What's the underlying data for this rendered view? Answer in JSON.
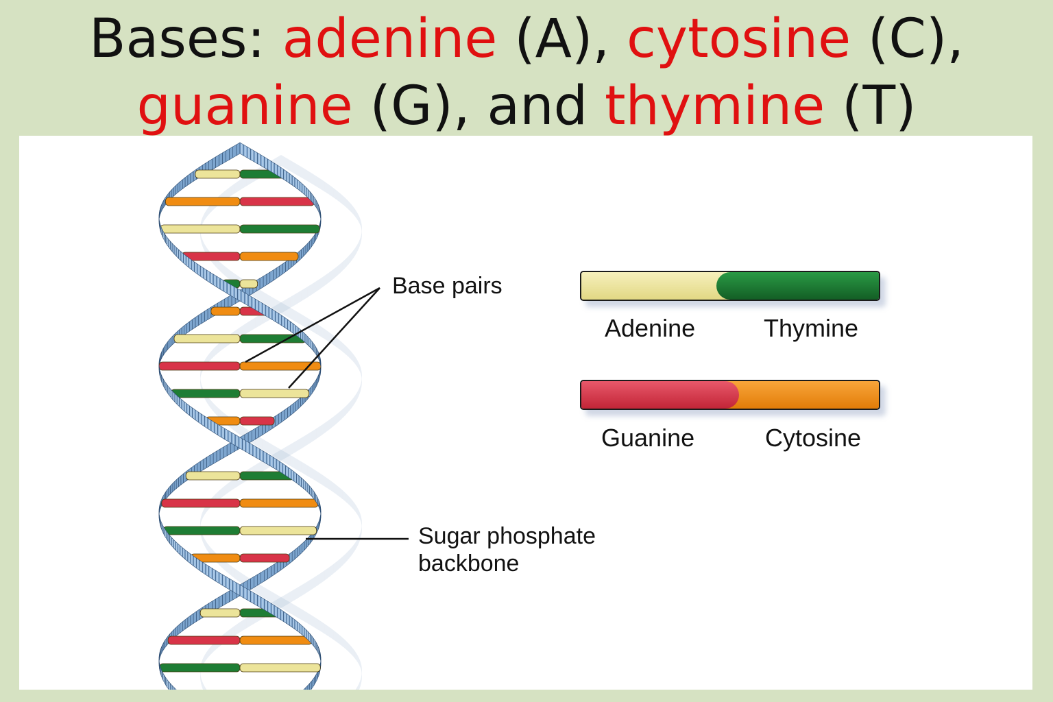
{
  "title": {
    "line1": {
      "t1": "Bases: ",
      "adenine": "adenine",
      "t2": " (A), ",
      "cytosine": "cytosine",
      "t3": " (C),"
    },
    "line2": {
      "guanine": "guanine",
      "t4": " (G), and ",
      "thymine": "thymine",
      "t5": " (T)"
    }
  },
  "labels": {
    "base_pairs": "Base pairs",
    "backbone_line1": "Sugar phosphate",
    "backbone_line2": "backbone"
  },
  "legend": {
    "pair1": {
      "left": "Adenine",
      "right": "Thymine"
    },
    "pair2": {
      "left": "Guanine",
      "right": "Cytosine"
    }
  },
  "colors": {
    "highlight": "#e01010",
    "adenine": "#ece49a",
    "thymine": "#1e7d34",
    "guanine": "#d83448",
    "cytosine": "#f08c12",
    "backbone": "#8fb7dc"
  }
}
